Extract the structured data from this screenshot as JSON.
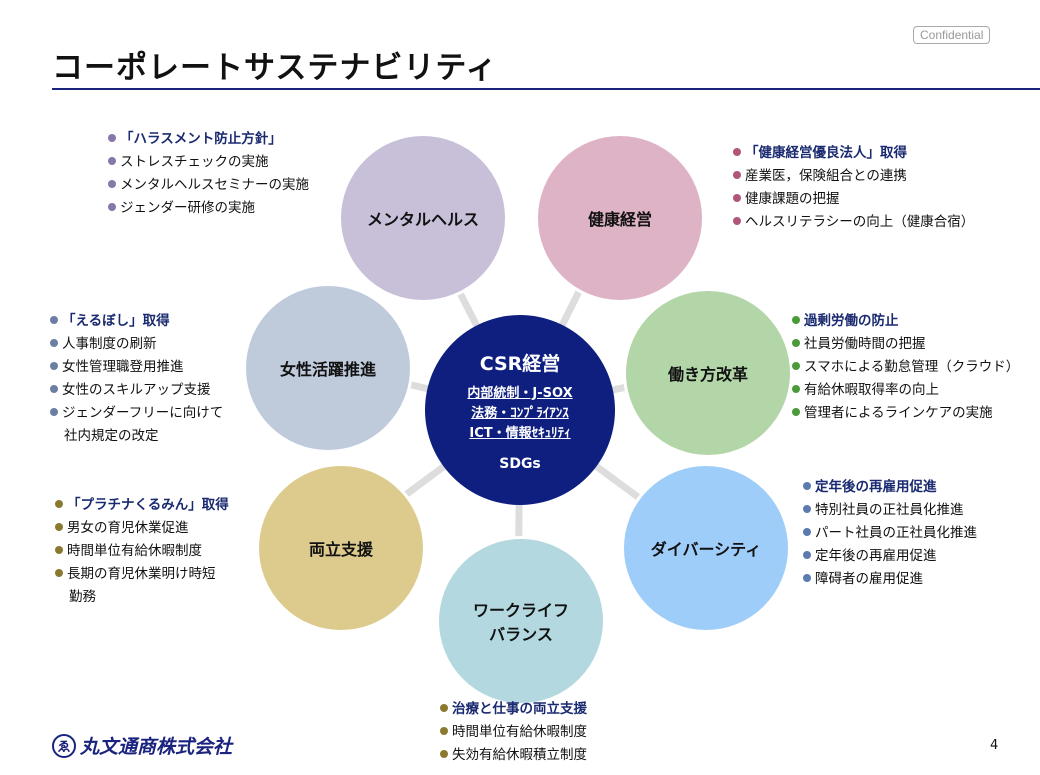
{
  "title": "コーポレートサステナビリティ",
  "confidential": "Confidential",
  "center": {
    "title": "CSR経営",
    "lines": [
      "内部統制・J-SOX",
      "法務・ｺﾝﾌﾟﾗｲｱﾝｽ",
      "ICT・情報ｾｷｭﾘﾃｨ"
    ],
    "sdgs": "SDGs"
  },
  "circles": [
    {
      "label": "メンタルヘルス",
      "color": "#c8bfd8"
    },
    {
      "label": "健康経営",
      "color": "#ddb3c5"
    },
    {
      "label": "女性活躍推進",
      "color": "#bfcadb"
    },
    {
      "label": "働き方改革",
      "color": "#b3d6a8"
    },
    {
      "label": "両立支援",
      "color": "#ddcb8e"
    },
    {
      "label": "ダイバーシティ",
      "color": "#9fcdfa"
    },
    {
      "label": "ワークライフ\nバランス",
      "color": "#b3d8e0"
    }
  ],
  "lists": {
    "mental": {
      "bullet": "#8877aa",
      "items": [
        "「ハラスメント防止方針」",
        "ストレスチェックの実施",
        "メンタルヘルスセミナーの実施",
        "ジェンダー研修の実施"
      ]
    },
    "kenko": {
      "bullet": "#b0567a",
      "items": [
        "「健康経営優良法人」取得",
        "産業医，保険組合との連携",
        "健康課題の把握",
        "ヘルスリテラシーの向上（健康合宿）"
      ]
    },
    "josei": {
      "bullet": "#6b7fa3",
      "items": [
        "「えるぼし」取得",
        "人事制度の刷新",
        "女性管理職登用推進",
        "女性のスキルアップ支援",
        "ジェンダーフリーに向けて",
        "社内規定の改定"
      ]
    },
    "hataraki": {
      "bullet": "#4a9a3a",
      "items": [
        "過剰労働の防止",
        "社員労働時間の把握",
        "スマホによる勤怠管理（クラウド）",
        "有給休暇取得率の向上",
        "管理者によるラインケアの実施"
      ]
    },
    "ryoritsu": {
      "bullet": "#8a7a30",
      "items": [
        "「プラチナくるみん」取得",
        "男女の育児休業促進",
        "時間単位有給休暇制度",
        "長期の育児休業明け時短",
        "勤務"
      ]
    },
    "diversity": {
      "bullet": "#5a7ab0",
      "items": [
        "定年後の再雇用促進",
        "特別社員の正社員化推進",
        "パート社員の正社員化推進",
        "定年後の再雇用促進",
        "障碍者の雇用促進"
      ]
    },
    "wlb": {
      "bullet": "#8a7a30",
      "items": [
        "治療と仕事の両立支援",
        "時間単位有給休暇制度",
        "失効有給休暇積立制度"
      ]
    }
  },
  "footer": {
    "company": "丸文通商株式会社",
    "logo_mark": "ß",
    "page": "4"
  }
}
